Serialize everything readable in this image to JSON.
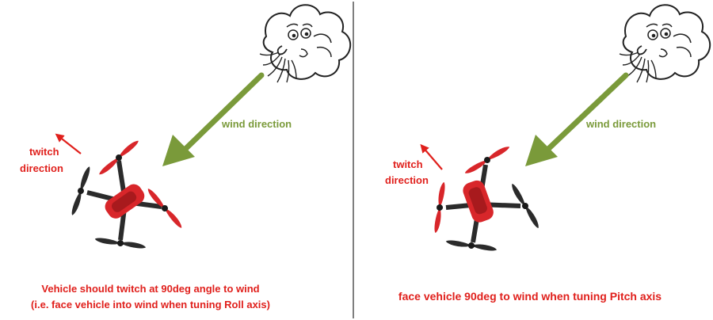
{
  "colors": {
    "wind": "#7a9a3a",
    "twitch": "#e0201c",
    "divider": "#555555",
    "drone_body": "#d8262a",
    "drone_arm": "#2b2b2b"
  },
  "icons": {
    "wind_source": "blowing-cloud-face-icon",
    "vehicle": "quadcopter-icon"
  },
  "panels": [
    {
      "wind_label": "wind direction",
      "twitch_label_1": "twitch",
      "twitch_label_2": "direction",
      "caption_1": "Vehicle should twitch at 90deg angle to wind",
      "caption_2": "(i.e. face vehicle into wind when tuning Roll axis)"
    },
    {
      "wind_label": "wind direction",
      "twitch_label_1": "twitch",
      "twitch_label_2": "direction",
      "caption_1": "face vehicle 90deg to wind when tuning Pitch axis"
    }
  ]
}
